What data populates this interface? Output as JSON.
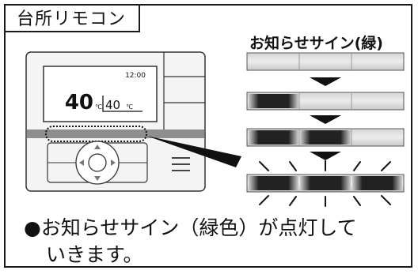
{
  "title_tab": "台所リモコン",
  "remote": {
    "time": "12:00",
    "temp_main": "40",
    "temp_main_unit": "℃",
    "temp_sub": "40",
    "temp_sub_unit": "℃"
  },
  "sign_title": "お知らせサイン(緑)",
  "caption": {
    "line1": "●お知らせサイン（緑色）が点灯して",
    "line2": "いきます。"
  },
  "sequence": {
    "lit_segments_per_step": [
      0,
      1,
      2,
      3
    ]
  },
  "colors": {
    "bar": "#cfcfcf",
    "bar_stripe": "#e6e6e6",
    "lit": "#111111",
    "arrow": "#111111"
  }
}
